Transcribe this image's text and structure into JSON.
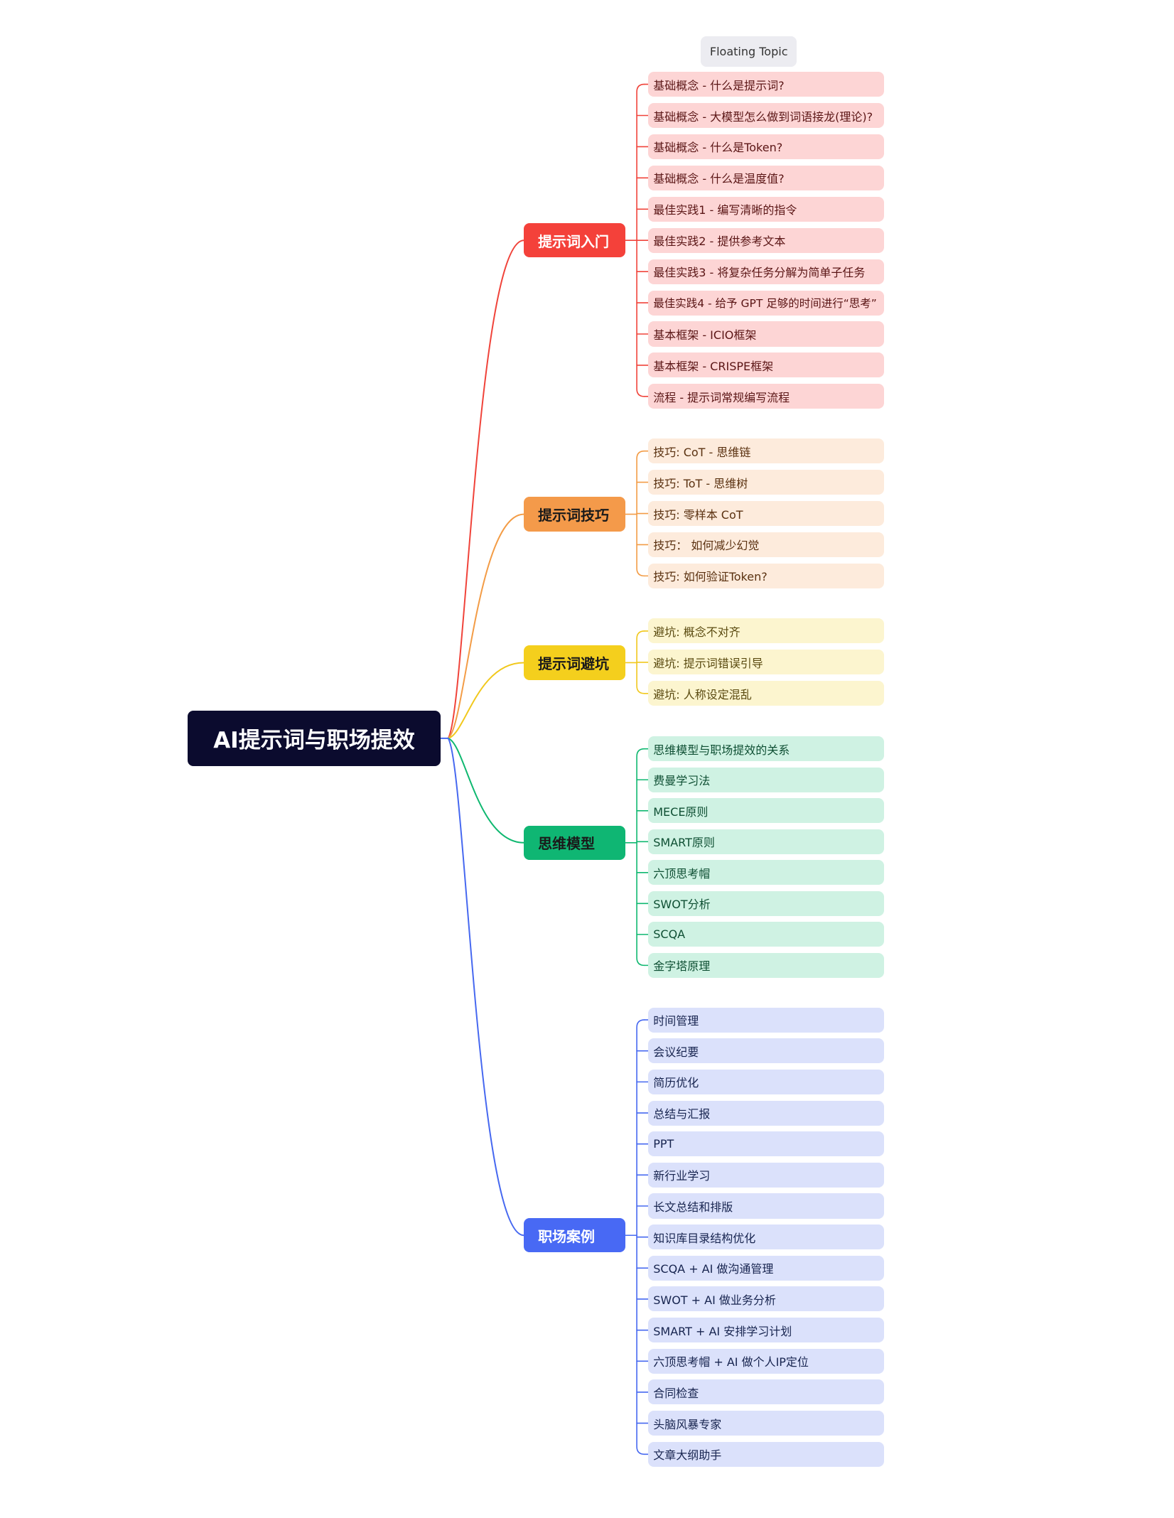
{
  "root": {
    "label": "AI提示词与职场提效"
  },
  "floating_topic": {
    "label": "Floating Topic"
  },
  "branches": [
    {
      "id": "intro",
      "label": "提示词入门",
      "color": "#f0433a",
      "node_fill": "#f4413a",
      "node_text": "#ffffff",
      "leaf_fill": "#fdd5d5",
      "leaf_text": "#5a1515",
      "items": [
        "基础概念 - 什么是提示词?",
        "基础概念 - 大模型怎么做到词语接龙(理论)?",
        "基础概念 - 什么是Token?",
        "基础概念 - 什么是温度值?",
        "最佳实践1 - 编写清晰的指令",
        "最佳实践2 - 提供参考文本",
        "最佳实践3 - 将复杂任务分解为简单子任务",
        "最佳实践4 - 给予 GPT 足够的时间进行“思考”",
        "基本框架 - ICIO框架",
        "基本框架 - CRISPE框架",
        "流程 - 提示词常规编写流程"
      ]
    },
    {
      "id": "tips",
      "label": "提示词技巧",
      "color": "#f39c46",
      "node_fill": "#f49a4a",
      "node_text": "#1a1a1a",
      "leaf_fill": "#fdebdc",
      "leaf_text": "#5a3110",
      "items": [
        "技巧: CoT - 思维链",
        "技巧: ToT - 思维树",
        "技巧: 零样本 CoT",
        "技巧：  如何减少幻觉",
        "技巧: 如何验证Token?"
      ]
    },
    {
      "id": "pitfalls",
      "label": "提示词避坑",
      "color": "#f1c81c",
      "node_fill": "#f4cf1d",
      "node_text": "#1a1a1a",
      "leaf_fill": "#fcf5cf",
      "leaf_text": "#5a4a10",
      "items": [
        "避坑: 概念不对齐",
        "避坑: 提示词错误引导",
        "避坑: 人称设定混乱"
      ]
    },
    {
      "id": "thinking",
      "label": "思维模型",
      "color": "#0fb870",
      "node_fill": "#0fb673",
      "node_text": "#1a1a1a",
      "leaf_fill": "#cff2e3",
      "leaf_text": "#0e4f33",
      "items": [
        "思维模型与职场提效的关系",
        "费曼学习法",
        "MECE原则",
        "SMART原则",
        "六顶思考帽",
        "SWOT分析",
        "SCQA",
        "金字塔原理"
      ]
    },
    {
      "id": "cases",
      "label": "职场案例",
      "color": "#4668f0",
      "node_fill": "#4869f4",
      "node_text": "#ffffff",
      "leaf_fill": "#dbe1fb",
      "leaf_text": "#17244f",
      "items": [
        "时间管理",
        "会议纪要",
        "简历优化",
        "总结与汇报",
        "PPT",
        "新行业学习",
        "长文总结和排版",
        "知识库目录结构优化",
        "SCQA + AI 做沟通管理",
        "SWOT + AI 做业务分析",
        "SMART + AI 安排学习计划",
        "六顶思考帽 + AI 做个人IP定位",
        "合同检查",
        "头脑风暴专家",
        "文章大纲助手"
      ]
    }
  ]
}
